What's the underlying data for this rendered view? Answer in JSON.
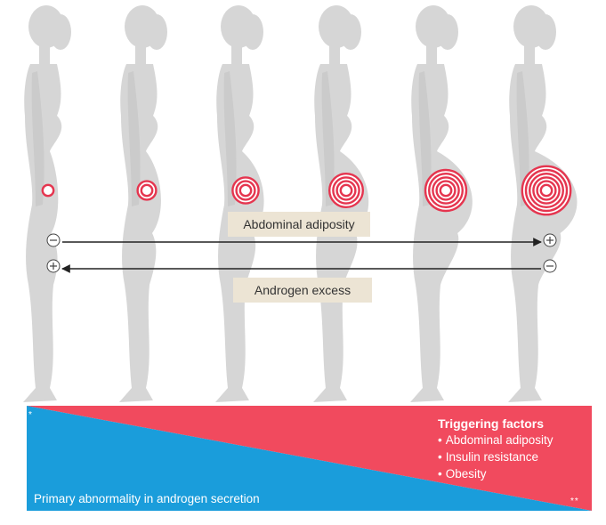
{
  "colors": {
    "silhouette": "#d6d6d6",
    "target": "#e5354f",
    "label_bg": "#ece4d4",
    "arrow": "#222222",
    "pink_triangle": "#f14a5e",
    "blue_triangle": "#1a9ddb"
  },
  "figures": [
    {
      "rings": 1
    },
    {
      "rings": 2
    },
    {
      "rings": 3
    },
    {
      "rings": 4
    },
    {
      "rings": 5
    },
    {
      "rings": 6
    }
  ],
  "arrows": {
    "abdominal_adiposity": {
      "label": "Abdominal adiposity",
      "left_sign": "−",
      "right_sign": "+"
    },
    "androgen_excess": {
      "label": "Androgen excess",
      "left_sign": "+",
      "right_sign": "−"
    }
  },
  "icons": [
    "minus-circle-icon",
    "plus-circle-icon"
  ],
  "triggering": {
    "title": "Triggering factors",
    "items": [
      "Abdominal adiposity",
      "Insulin resistance",
      "Obesity"
    ]
  },
  "primary_label": "Primary abnormality in androgen secretion",
  "marks": {
    "single_star": "*",
    "double_star": "**"
  }
}
